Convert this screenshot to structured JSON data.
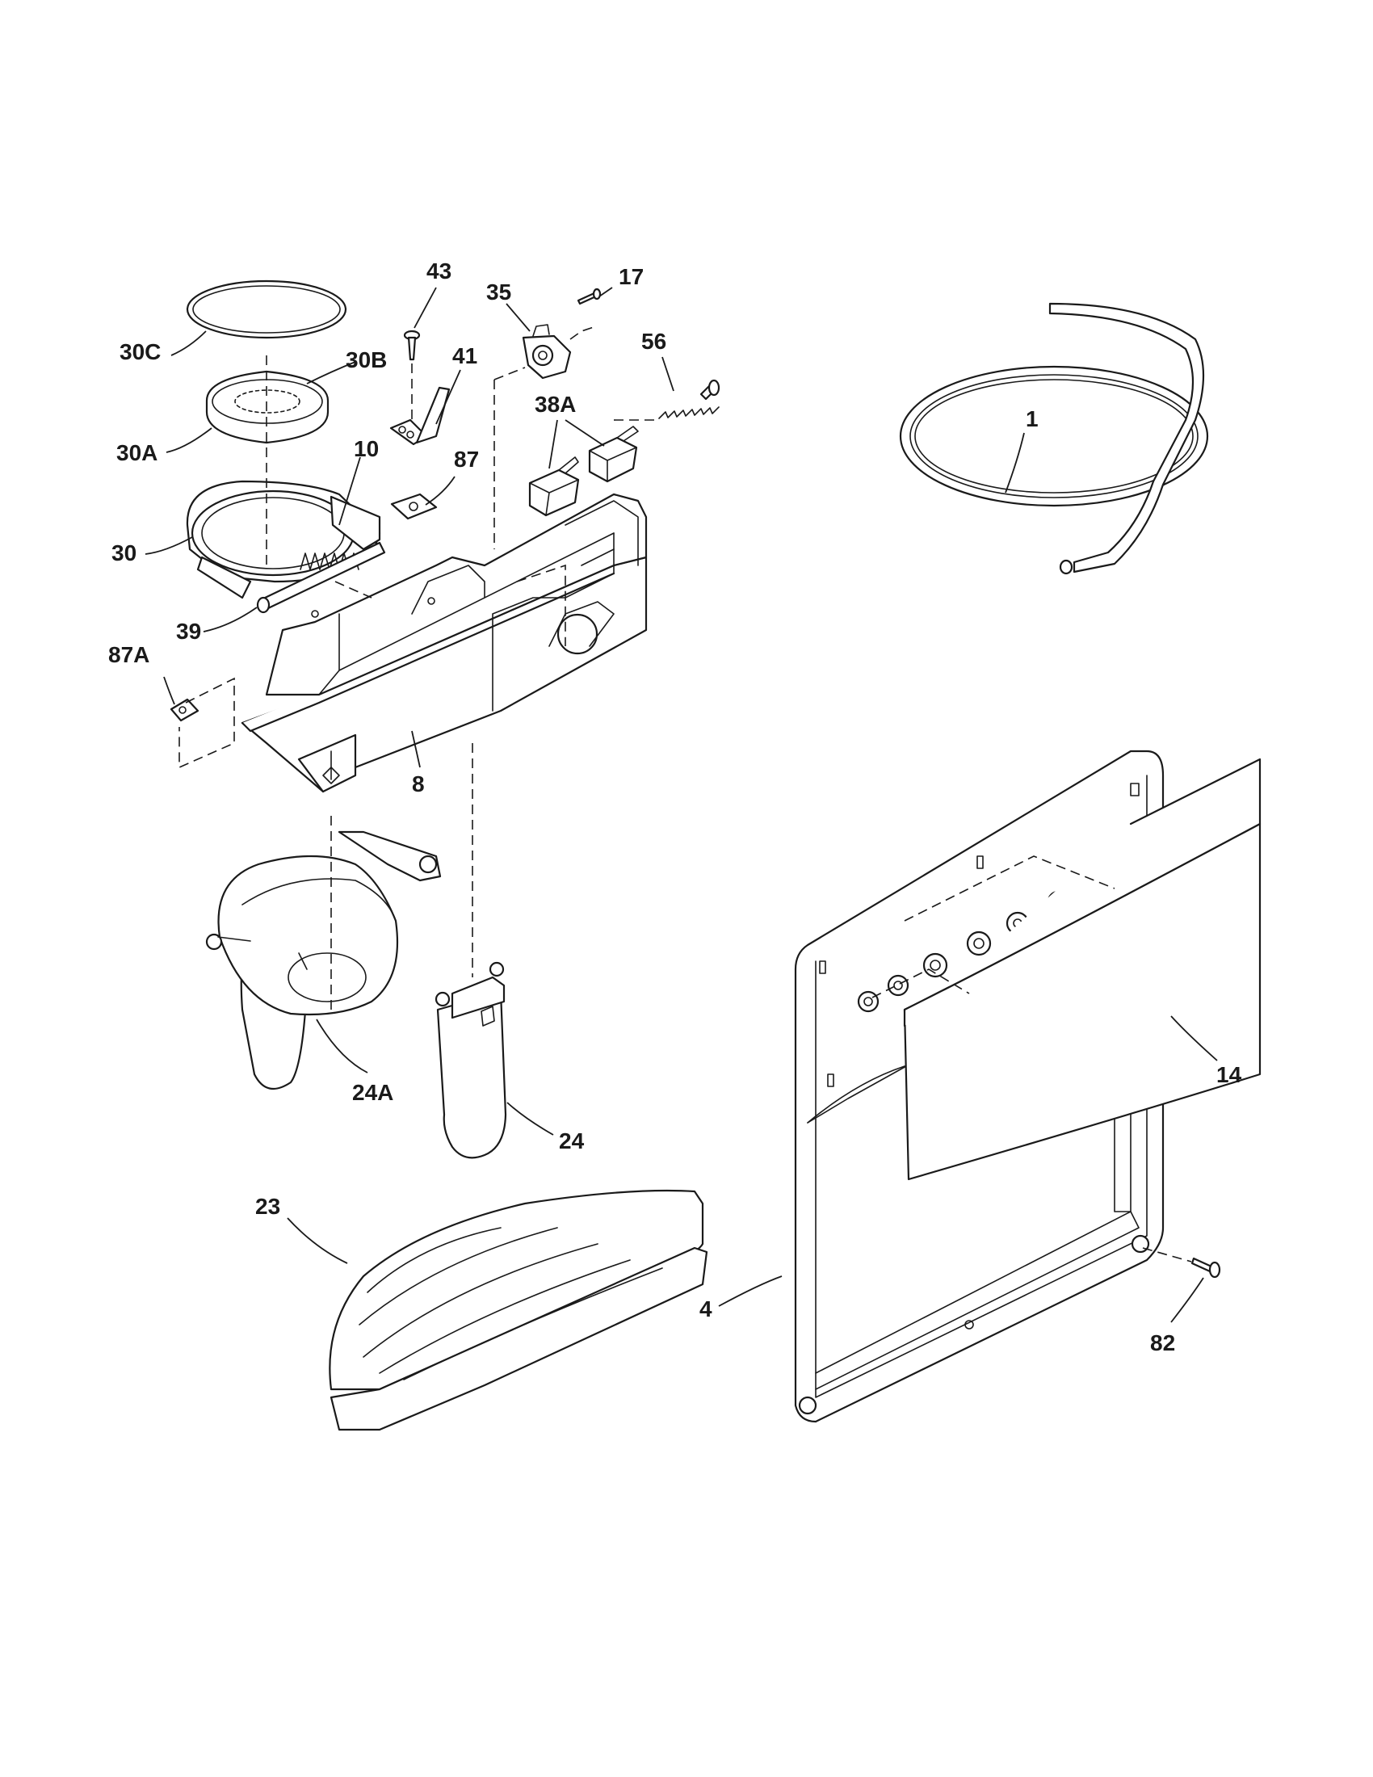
{
  "callouts": {
    "c1": "1",
    "c4": "4",
    "c8": "8",
    "c10": "10",
    "c14": "14",
    "c17": "17",
    "c23": "23",
    "c24": "24",
    "c24a": "24A",
    "c30": "30",
    "c30a": "30A",
    "c30b": "30B",
    "c30c": "30C",
    "c35": "35",
    "c38a": "38A",
    "c39": "39",
    "c41": "41",
    "c43": "43",
    "c56": "56",
    "c82": "82",
    "c87": "87",
    "c87a": "87A"
  }
}
